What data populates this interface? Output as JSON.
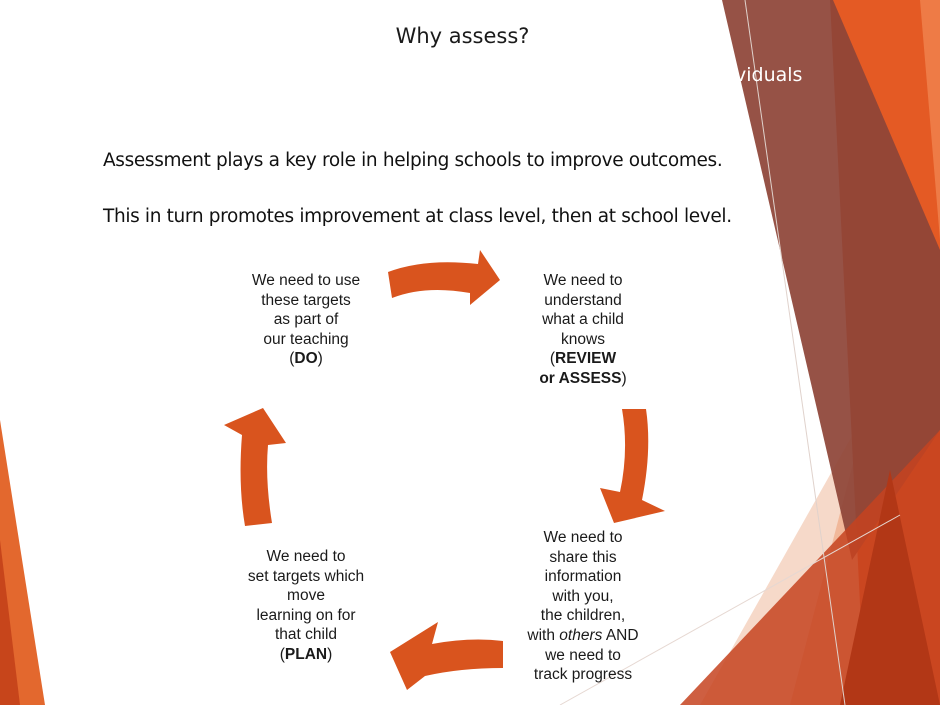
{
  "title": "Why assess?",
  "hidden_subtitle_fragment": "viduals",
  "body_lines": [
    "Assessment plays a key role in helping schools to improve outcomes.",
    "This in turn promotes improvement at class level, then at school level."
  ],
  "cycle": {
    "do": {
      "lines": [
        "We need to use",
        "these targets",
        "as part of",
        "our teaching"
      ],
      "label": "DO"
    },
    "review": {
      "lines": [
        "We need to",
        "understand",
        "what a child",
        "knows"
      ],
      "label_line1": "REVIEW",
      "label_line2": "or ASSESS"
    },
    "share": {
      "lines": [
        "We need to",
        "share this",
        "information",
        "with you,",
        "the children,"
      ],
      "with_pre": "with",
      "with_italic": "others",
      "with_post": "AND",
      "lines_after": [
        "we need to",
        "track progress"
      ]
    },
    "plan": {
      "lines": [
        "We need to",
        "set targets which",
        "move",
        "learning on for",
        "that child"
      ],
      "label": "PLAN"
    }
  },
  "colors": {
    "accent": "#d9541e",
    "accent_light": "#f3c5ad",
    "accent_dark": "#a13c1c",
    "brown": "#8e4538"
  }
}
